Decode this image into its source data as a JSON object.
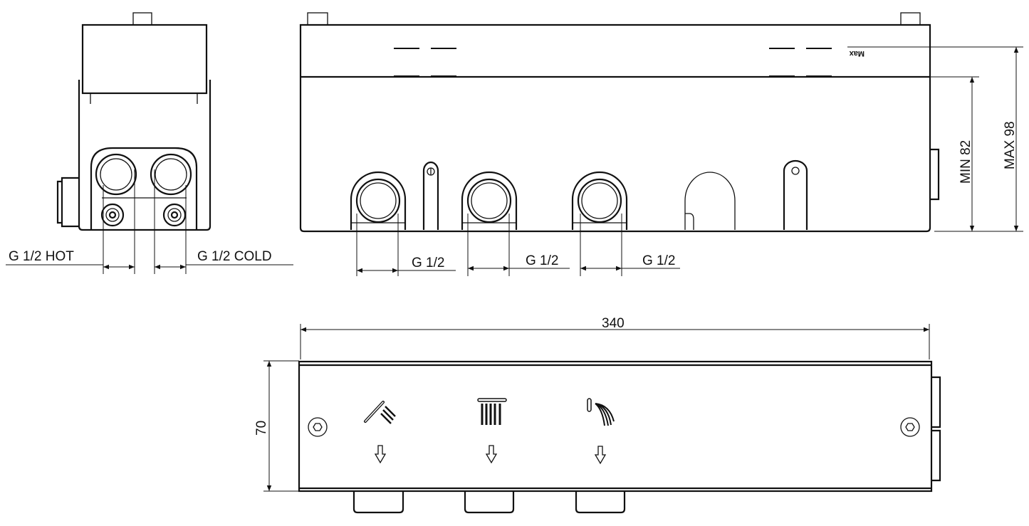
{
  "side_view": {
    "hot_label": "G 1/2 HOT",
    "cold_label": "G 1/2 COLD"
  },
  "front_view": {
    "outlet_labels": [
      "G 1/2",
      "G 1/2",
      "G 1/2"
    ],
    "level_marks": [
      "Max"
    ],
    "min_label": "MIN  82",
    "max_label": "MAX  98"
  },
  "top_view": {
    "width_label": "340",
    "depth_label": "70",
    "outlet_icons": [
      "hand-shower-icon",
      "overhead-shower-icon",
      "spout-icon"
    ]
  }
}
